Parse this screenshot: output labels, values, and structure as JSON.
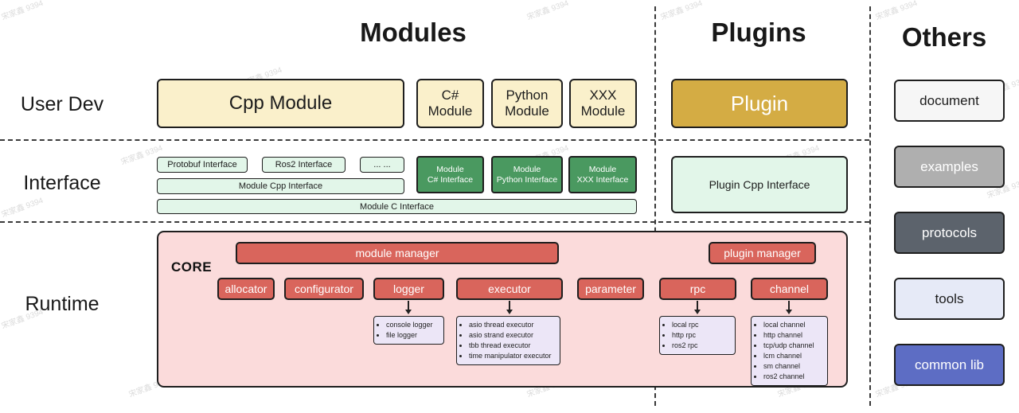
{
  "watermark": {
    "text": "宋家鑫 9394"
  },
  "headers": {
    "modules": "Modules",
    "plugins": "Plugins",
    "others": "Others"
  },
  "row_labels": {
    "user_dev": "User Dev",
    "interface": "Interface",
    "runtime": "Runtime"
  },
  "modules_col": {
    "user_dev": {
      "cpp": "Cpp Module",
      "csharp": "C#\nModule",
      "python": "Python\nModule",
      "xxx": "XXX\nModule"
    },
    "interface": {
      "protobuf": "Protobuf Interface",
      "ros2": "Ros2 Interface",
      "dots": "... ...",
      "module_cpp": "Module Cpp Interface",
      "module_c": "Module C Interface",
      "module_csharp": "Module\nC# Interface",
      "module_python": "Module\nPython Interface",
      "module_xxx": "Module\nXXX Interface"
    }
  },
  "plugins_col": {
    "plugin": "Plugin",
    "plugin_cpp_interface": "Plugin Cpp Interface"
  },
  "runtime": {
    "core": "CORE",
    "module_manager": "module manager",
    "plugin_manager": "plugin manager",
    "components": [
      "allocator",
      "configurator",
      "logger",
      "executor",
      "parameter",
      "rpc",
      "channel"
    ],
    "logger_impls": [
      "console logger",
      "file logger"
    ],
    "executor_impls": [
      "asio thread executor",
      "asio strand executor",
      "tbb thread executor",
      "time manipulator executor"
    ],
    "rpc_impls": [
      "local rpc",
      "http rpc",
      "ros2 rpc"
    ],
    "channel_impls": [
      "local channel",
      "http channel",
      "tcp/udp channel",
      "lcm channel",
      "sm channel",
      "ros2 channel"
    ]
  },
  "others_col": {
    "items": [
      {
        "label": "document"
      },
      {
        "label": "examples"
      },
      {
        "label": "protocols"
      },
      {
        "label": "tools"
      },
      {
        "label": "common lib"
      }
    ]
  },
  "colors": {
    "cream": "#FAF0CB",
    "gold": "#D4AC44",
    "light_green": "#E2F6E9",
    "dark_green": "#4A9960",
    "pink": "#FBDBDB",
    "red": "#D9655C",
    "purple": "#ECE6F7",
    "doc_bg": "#F6F6F6",
    "examples_bg": "#AFAFAF",
    "protocols_bg": "#5C636C",
    "tools_bg": "#E6EAF7",
    "commonlib_bg": "#5D6DC4"
  }
}
